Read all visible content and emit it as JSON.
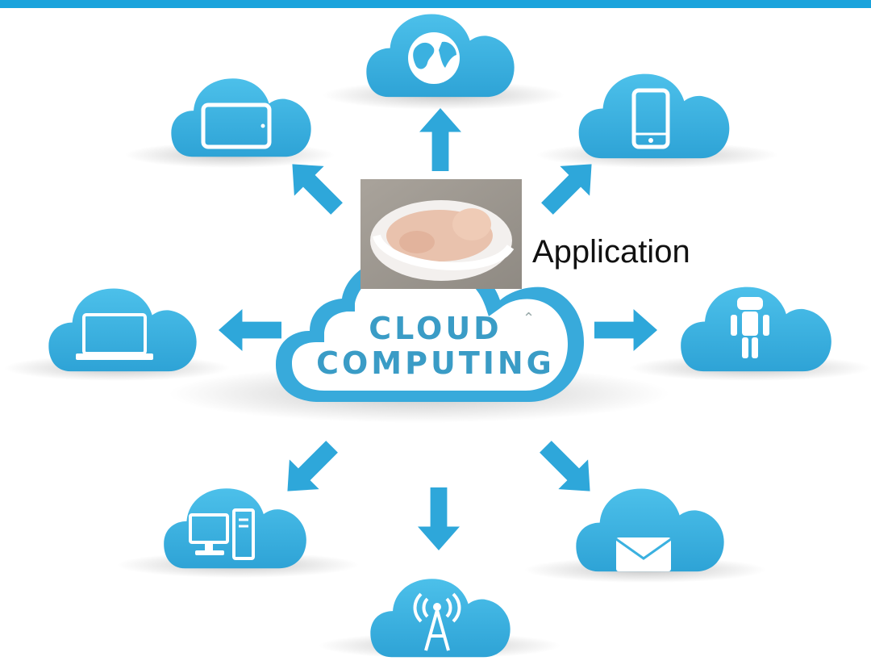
{
  "diagram": {
    "center_line1": "CLOUD",
    "center_line2": "COMPUTING",
    "application_label": "Application",
    "accent_color": "#1aa3dc",
    "cloud_color": "#3bb1e0",
    "nodes": [
      {
        "name": "globe",
        "icon": "globe-icon"
      },
      {
        "name": "tablet",
        "icon": "tablet-icon"
      },
      {
        "name": "smartphone",
        "icon": "smartphone-icon"
      },
      {
        "name": "laptop",
        "icon": "laptop-icon"
      },
      {
        "name": "robot",
        "icon": "robot-icon"
      },
      {
        "name": "desktop",
        "icon": "desktop-computer-icon"
      },
      {
        "name": "antenna",
        "icon": "antenna-tower-icon"
      },
      {
        "name": "email",
        "icon": "envelope-icon"
      }
    ]
  }
}
